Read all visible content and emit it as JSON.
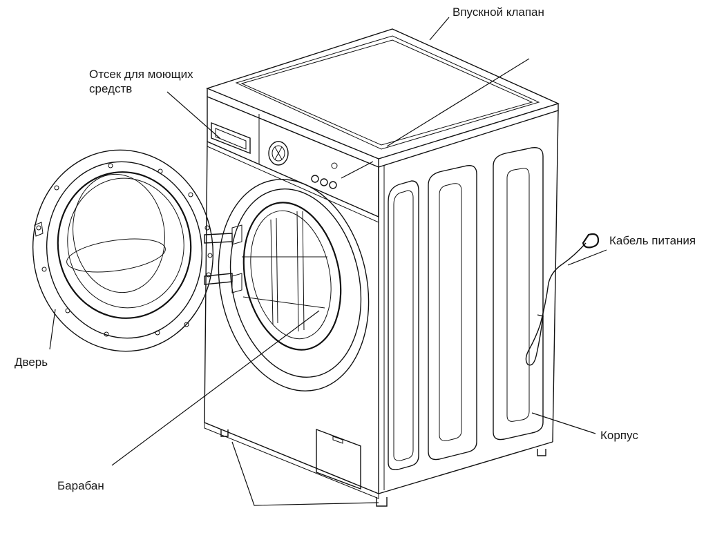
{
  "labels": {
    "inlet_valve": "Впускной клапан",
    "detergent_line1": "Отсек для моющих",
    "detergent_line2": "средств",
    "power_cable": "Кабель питания",
    "door": "Дверь",
    "body": "Корпус",
    "drum": "Барабан"
  },
  "colors": {
    "line": "#111111",
    "background": "#ffffff",
    "text": "#1a1a1a"
  }
}
